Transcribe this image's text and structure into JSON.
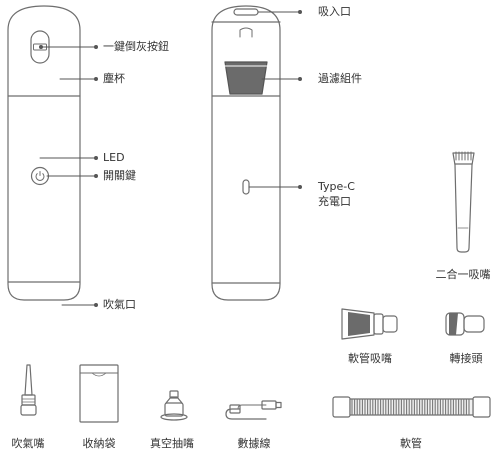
{
  "device_front": {
    "labels": {
      "empty_button": "一鍵倒灰按鈕",
      "dust_cup": "塵杯",
      "led": "LED",
      "power_key": "開關鍵",
      "exhaust": "吹氣口"
    }
  },
  "device_back": {
    "labels": {
      "intake": "吸入口",
      "filter": "過濾組件",
      "port_line1": "Type-C",
      "port_line2": "充電口"
    }
  },
  "accessories": {
    "two_in_one_nozzle": "二合一吸嘴",
    "hose_nozzle": "軟管吸嘴",
    "adapter": "轉接頭",
    "blow_nozzle": "吹氣嘴",
    "storage_bag": "收納袋",
    "vacuum_nozzle": "真空抽嘴",
    "data_cable": "數據線",
    "hose": "軟管"
  },
  "colors": {
    "outline": "#6e6e6e",
    "filter_fill": "#6b6b6b",
    "text": "#333333"
  }
}
